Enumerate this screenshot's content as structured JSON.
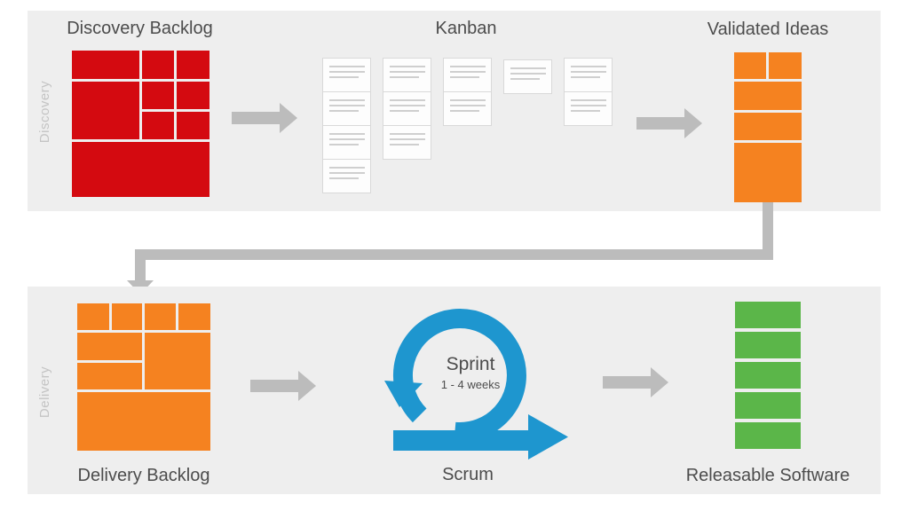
{
  "diagram": {
    "discovery": {
      "track_label": "Discovery",
      "backlog_title": "Discovery Backlog",
      "kanban_title": "Kanban",
      "validated_title": "Validated Ideas"
    },
    "delivery": {
      "track_label": "Delivery",
      "backlog_title": "Delivery Backlog",
      "scrum_title": "Scrum",
      "sprint_label": "Sprint",
      "sprint_duration": "1 - 4 weeks",
      "releasable_title": "Releasable Software"
    },
    "kanban_card_counts": [
      4,
      3,
      2,
      1,
      2
    ]
  },
  "colors": {
    "discovery_red": "#d40a10",
    "idea_orange": "#f58220",
    "release_green": "#5bb649",
    "scrum_blue": "#1e96cf",
    "band_gray": "#eeeeee",
    "arrow_gray": "#bcbcbc",
    "title_text": "#4c4c4c",
    "track_label_text": "#c4c4c4",
    "card_border": "#d9d9d9",
    "card_line": "#cfcfcf"
  }
}
